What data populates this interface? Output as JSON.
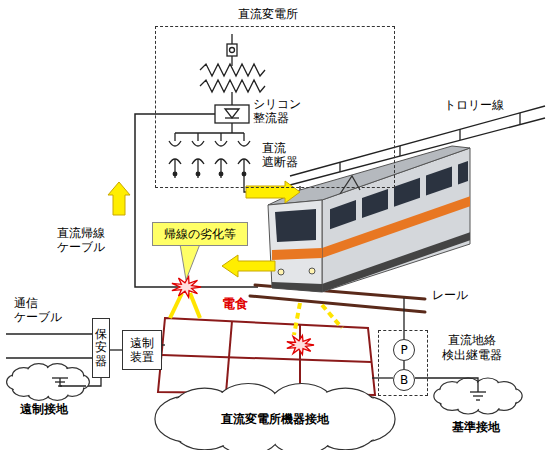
{
  "diagram": {
    "nodes": [
      {
        "text": [
          "直流変電所"
        ]
      },
      {
        "text": [
          "帰線の劣化等"
        ]
      },
      {
        "text": [
          "保安器"
        ]
      },
      {
        "text": [
          "遠制 装置"
        ]
      },
      {
        "text": [
          "直流地絡 検出継電器"
        ]
      },
      {
        "text": [
          "P"
        ],
        "in": 4
      },
      {
        "text": [
          "B"
        ],
        "in": 4
      },
      {
        "text": [
          "直流変電所機器接地"
        ]
      }
    ],
    "edges": [
      {
        "from": 2,
        "to": 3,
        "arrow": "none"
      },
      {
        "from": 5,
        "to": 6,
        "arrow": "none"
      }
    ],
    "labels": [
      "シリコン 整流器",
      "直流 遮断器",
      "トロリー線",
      "直流帰線 ケーブル",
      "電食",
      "レール",
      "通信 ケーブル",
      "遠制接地",
      "基準接地"
    ]
  }
}
